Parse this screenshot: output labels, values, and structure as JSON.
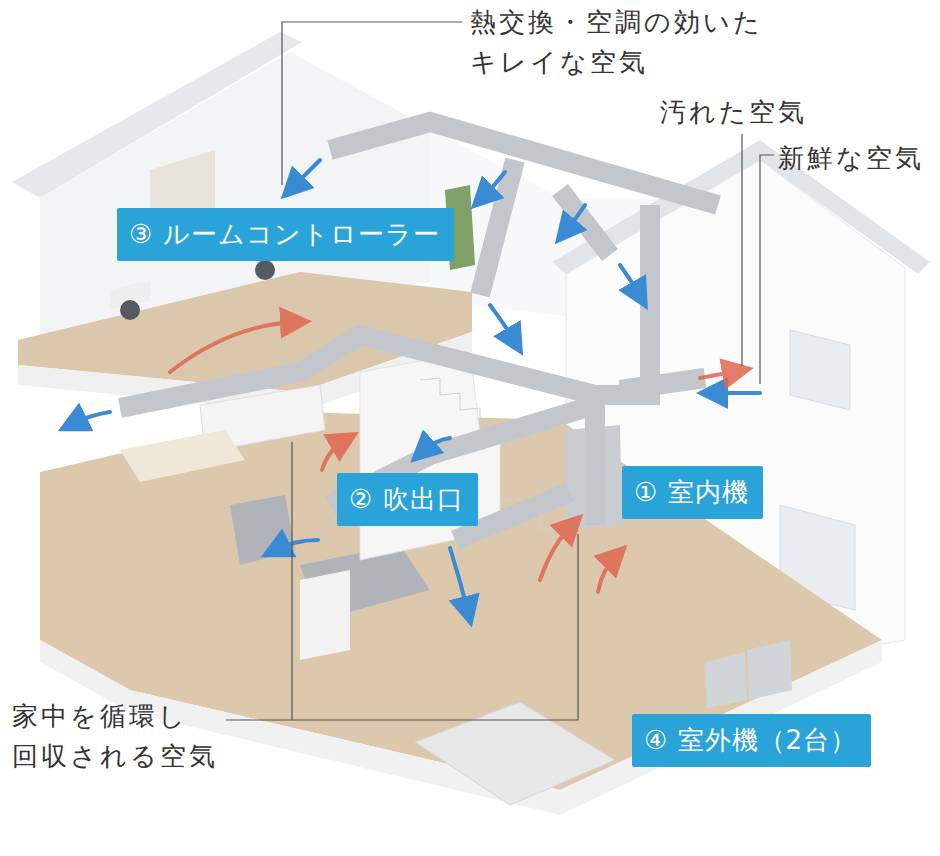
{
  "diagram": {
    "nodes": [
      {
        "text": [
          "③ ルームコントローラー"
        ]
      },
      {
        "text": [
          "② 吹出口"
        ]
      },
      {
        "text": [
          "① 室内機"
        ]
      },
      {
        "text": [
          "④ 室外機（2台）"
        ]
      }
    ],
    "labels": [
      "熱交換・空調の効いた キレイな空気",
      "汚れた空気",
      "新鮮な空気",
      "家中を循環し 回収される空気"
    ]
  }
}
